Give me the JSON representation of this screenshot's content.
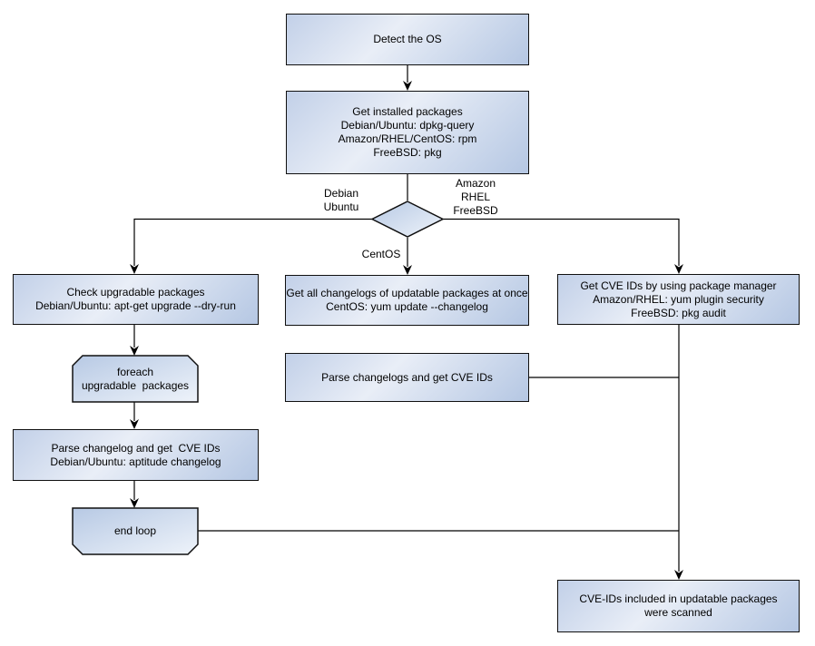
{
  "nodes": {
    "detect_os": {
      "lines": [
        "Detect the OS"
      ]
    },
    "get_installed_packages": {
      "lines": [
        "Get installed packages",
        "Debian/Ubuntu: dpkg-query",
        "Amazon/RHEL/CentOS: rpm",
        "FreeBSD: pkg"
      ]
    },
    "check_upgradable_packages": {
      "lines": [
        "Check upgradable packages",
        "Debian/Ubuntu: apt-get upgrade --dry-run"
      ]
    },
    "foreach_upgradable_packages": {
      "lines": [
        "foreach",
        "upgradable  packages"
      ]
    },
    "parse_changelog": {
      "lines": [
        "Parse changelog and get  CVE IDs",
        "Debian/Ubuntu: aptitude changelog"
      ]
    },
    "end_loop": {
      "lines": [
        "end loop"
      ]
    },
    "get_all_changelogs": {
      "lines": [
        "Get all changelogs of updatable packages at once",
        "CentOS: yum update --changelog"
      ]
    },
    "parse_changelogs": {
      "lines": [
        "Parse changelogs and get CVE IDs"
      ]
    },
    "get_cve_ids_by_package_manager": {
      "lines": [
        "Get CVE IDs by using package manager",
        "Amazon/RHEL: yum plugin security",
        "FreeBSD: pkg audit"
      ]
    },
    "cve_ids_scanned": {
      "lines": [
        "CVE-IDs included in updatable packages",
        "were scanned"
      ]
    }
  },
  "edge_labels": {
    "debian_ubuntu": {
      "lines": [
        "Debian",
        "Ubuntu"
      ]
    },
    "amazon_rhel_freebsd": {
      "lines": [
        "Amazon",
        "RHEL",
        "FreeBSD"
      ]
    },
    "centos": {
      "lines": [
        "CentOS"
      ]
    }
  },
  "colors": {
    "node_fill_dark": "#b5c7e3",
    "node_fill_light": "#e9eef7",
    "node_border": "#101010",
    "connector": "#000000",
    "text": "#000000",
    "background": "#ffffff"
  }
}
